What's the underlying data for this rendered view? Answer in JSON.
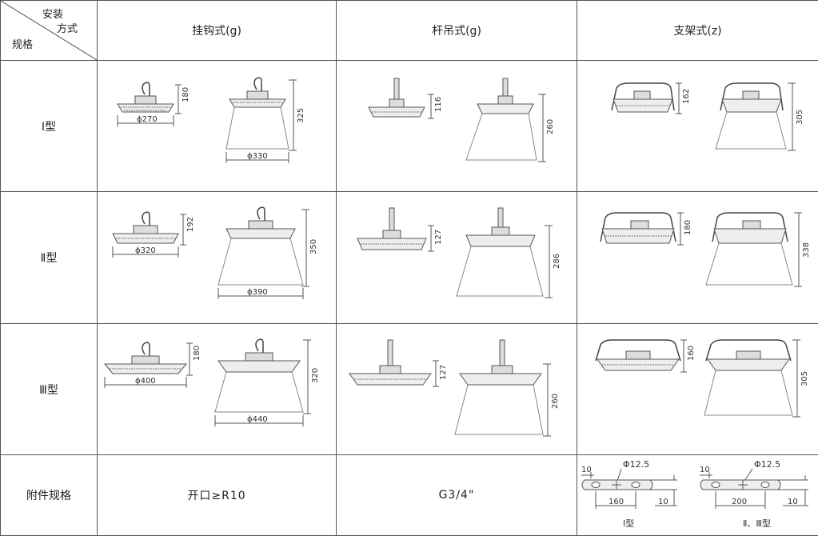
{
  "header": {
    "corner_top": "安装",
    "corner_mid": "方式",
    "corner_bottom": "规格",
    "col_hook": "挂钩式(g)",
    "col_rod": "杆吊式(g)",
    "col_bracket": "支架式(z)"
  },
  "rows": [
    {
      "label": "Ⅰ型",
      "hook": {
        "h1": "180",
        "w1": "ϕ270",
        "h2": "325",
        "w2": "ϕ330"
      },
      "rod": {
        "h1": "116",
        "h2": "260"
      },
      "bracket": {
        "h1": "162",
        "h2": "305"
      }
    },
    {
      "label": "Ⅱ型",
      "hook": {
        "h1": "192",
        "w1": "ϕ320",
        "h2": "350",
        "w2": "ϕ390"
      },
      "rod": {
        "h1": "127",
        "h2": "286"
      },
      "bracket": {
        "h1": "180",
        "h2": "338"
      }
    },
    {
      "label": "Ⅲ型",
      "hook": {
        "h1": "180",
        "w1": "ϕ400",
        "h2": "320",
        "w2": "ϕ440"
      },
      "rod": {
        "h1": "127",
        "h2": "260"
      },
      "bracket": {
        "h1": "160",
        "h2": "305"
      }
    }
  ],
  "accessory": {
    "label": "附件规格",
    "hook": "开口≥R10",
    "rod": "G3/4\"",
    "bracket_left": {
      "edge": "10",
      "hole": "Φ12.5",
      "spacing": "160",
      "thick": "10",
      "caption": "Ⅰ型"
    },
    "bracket_right": {
      "edge": "10",
      "hole": "Φ12.5",
      "spacing": "200",
      "thick": "10",
      "caption": "Ⅱ、Ⅲ型"
    }
  }
}
